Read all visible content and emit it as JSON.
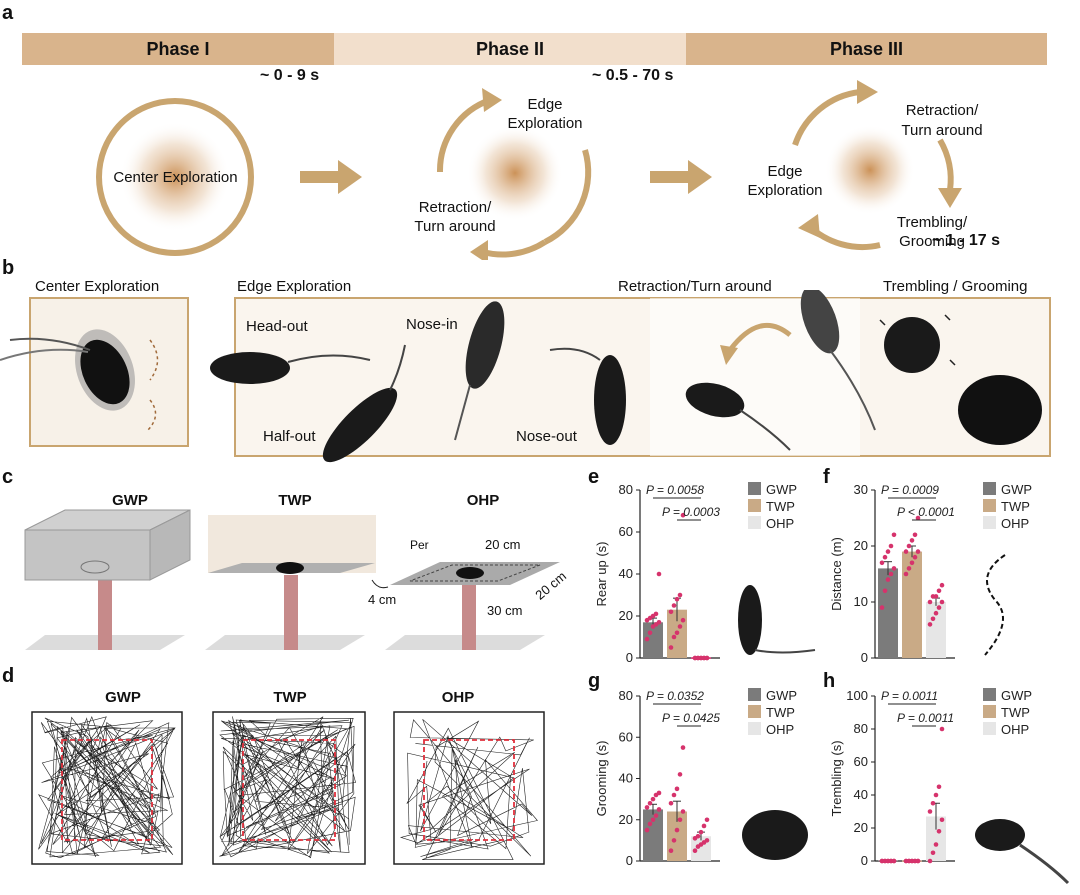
{
  "panel_labels": {
    "a": "a",
    "b": "b",
    "c": "c",
    "d": "d",
    "e": "e",
    "f": "f",
    "g": "g",
    "h": "h"
  },
  "phases": {
    "p1": "Phase I",
    "p2": "Phase II",
    "p3": "Phase III",
    "t1": "~ 0 - 9 s",
    "t2": "~ 0.5 - 70 s",
    "t3": "~ 1 - 17 s"
  },
  "behaviors": {
    "center": "Center Exploration",
    "edge_l1": "Edge",
    "edge_l2": "Exploration",
    "retr_l1": "Retraction/",
    "retr_l2": "Turn around",
    "tremb_l1": "Trembling/",
    "tremb_l2": "Grooming"
  },
  "panel_b": {
    "center": "Center Exploration",
    "edge": "Edge Exploration",
    "retraction": "Retraction/Turn around",
    "trembling": "Trembling / Grooming",
    "head_out": "Head-out",
    "half_out": "Half-out",
    "nose_in": "Nose-in",
    "nose_out": "Nose-out"
  },
  "panel_c": {
    "gwp": "GWP",
    "twp": "TWP",
    "ohp": "OHP",
    "per": "Per",
    "d20a": "20 cm",
    "d20b": "20 cm",
    "d4": "4 cm",
    "d30": "30 cm"
  },
  "panel_d": {
    "gwp": "GWP",
    "twp": "TWP",
    "ohp": "OHP"
  },
  "colors": {
    "gwp": "#7b7b7b",
    "twp": "#c9aa86",
    "ohp": "#e6e6e6",
    "accent": "#c9a56f",
    "dots": "#d6336c"
  },
  "chart_data": [
    {
      "panel": "e",
      "type": "bar",
      "ylabel": "Rear up (s)",
      "ylim": [
        0,
        80
      ],
      "yticks": [
        0,
        20,
        40,
        60,
        80
      ],
      "categories": [
        "GWP",
        "TWP",
        "OHP"
      ],
      "values": [
        17,
        23,
        0.3
      ],
      "sem": [
        2,
        5.5,
        0
      ],
      "points": [
        [
          9,
          12,
          15,
          16,
          17,
          18,
          19,
          20,
          21,
          40
        ],
        [
          5,
          10,
          12,
          15,
          18,
          22,
          25,
          28,
          30,
          68
        ],
        [
          0,
          0,
          0,
          0,
          0,
          0,
          0,
          0,
          0,
          0
        ]
      ],
      "annotations": [
        "P = 0.0058",
        "P = 0.0003"
      ]
    },
    {
      "panel": "f",
      "type": "bar",
      "ylabel": "Distance (m)",
      "ylim": [
        0,
        30
      ],
      "yticks": [
        0,
        10,
        20,
        30
      ],
      "categories": [
        "GWP",
        "TWP",
        "OHP"
      ],
      "values": [
        16,
        19,
        10
      ],
      "sem": [
        1.2,
        1.0,
        0.7
      ],
      "points": [
        [
          9,
          12,
          14,
          15,
          16,
          17,
          18,
          19,
          20,
          22
        ],
        [
          15,
          16,
          17,
          18,
          19,
          19,
          20,
          21,
          22,
          25
        ],
        [
          6,
          7,
          8,
          9,
          10,
          10,
          11,
          11,
          12,
          13
        ]
      ],
      "annotations": [
        "P = 0.0009",
        "P < 0.0001"
      ]
    },
    {
      "panel": "g",
      "type": "bar",
      "ylabel": "Grooming (s)",
      "ylim": [
        0,
        80
      ],
      "yticks": [
        0,
        20,
        40,
        60,
        80
      ],
      "categories": [
        "GWP",
        "TWP",
        "OHP"
      ],
      "values": [
        25,
        24,
        12
      ],
      "sem": [
        2.5,
        5,
        2
      ],
      "points": [
        [
          15,
          18,
          20,
          22,
          25,
          26,
          28,
          30,
          32,
          33
        ],
        [
          5,
          10,
          15,
          20,
          24,
          28,
          32,
          35,
          42,
          55
        ],
        [
          5,
          7,
          8,
          9,
          10,
          11,
          12,
          14,
          17,
          20
        ]
      ],
      "annotations": [
        "P = 0.0352",
        "P = 0.0425"
      ]
    },
    {
      "panel": "h",
      "type": "bar",
      "ylabel": "Trembling (s)",
      "ylim": [
        0,
        100
      ],
      "yticks": [
        0,
        20,
        40,
        60,
        80,
        100
      ],
      "categories": [
        "GWP",
        "TWP",
        "OHP"
      ],
      "values": [
        0.3,
        0.3,
        27
      ],
      "sem": [
        0,
        0,
        8
      ],
      "points": [
        [
          0,
          0,
          0,
          0,
          0,
          0,
          0,
          0,
          0,
          0
        ],
        [
          0,
          0,
          0,
          0,
          0,
          0,
          0,
          0,
          0,
          0
        ],
        [
          0,
          5,
          10,
          18,
          25,
          30,
          35,
          40,
          45,
          80
        ]
      ],
      "annotations": [
        "P = 0.0011",
        "P = 0.0011"
      ]
    }
  ]
}
